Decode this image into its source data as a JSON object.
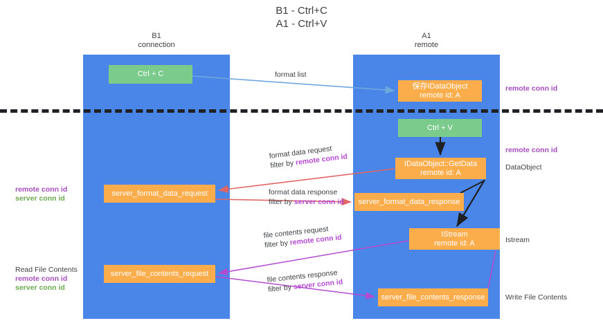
{
  "title": "B1 - Ctrl+C\nA1 - Ctrl+V",
  "lanes": [
    {
      "name": "lane-b1",
      "header": "B1\nconnection",
      "color": "#4a86e8"
    },
    {
      "name": "lane-a1",
      "header": "A1\nremote",
      "color": "#4a86e8"
    }
  ],
  "nodes": {
    "ctrl_c": "Ctrl + C",
    "save_idataobject": "保存IDataObject\nremote id: A",
    "ctrl_v": "Ctrl + V",
    "idataobject_getdata": "IDataObject::GetData\nremote id: A",
    "server_format_data_request": "server_format_data_request",
    "server_format_data_response": "server_format_data_response",
    "istream": "IStream\nremote id: A",
    "server_file_contents_request": "server_file_contents_request",
    "server_file_contents_response": "server_file_contents_response"
  },
  "edge_labels": {
    "format_list": "format list",
    "format_data_request": "format data request",
    "format_data_request_filter_prefix": "filter by ",
    "format_data_request_filter_key": "remote conn id",
    "format_data_response": "format data response",
    "format_data_response_filter_prefix": "filter by ",
    "format_data_response_filter_key": "server conn id",
    "file_contents_request": "file contents request",
    "file_contents_request_filter_prefix": "filter by ",
    "file_contents_request_filter_key": "remote conn id",
    "file_contents_response": "file contents response",
    "file_contents_response_filter_prefix": "filter by ",
    "file_contents_response_filter_key": "server conn id"
  },
  "annotations": {
    "remote_conn_id_top": "remote conn id",
    "remote_conn_id_mid": "remote conn id",
    "dataobject": "DataObject",
    "istream": "Istream",
    "write_file_contents": "Write File Contents",
    "read_file_contents": "Read File Contents",
    "remote_conn_id": "remote conn id",
    "server_conn_id": "server conn id"
  },
  "colors": {
    "lane": "#4a86e8",
    "green_node": "#7bcc8c",
    "orange_node": "#fbad4b",
    "remote_key": "#a64dbd",
    "server_key": "#6aa84f",
    "arrow_blue": "#6fa8dc",
    "arrow_red": "#e06666",
    "arrow_purple": "#b44ad0",
    "arrow_black": "#202124",
    "divider": "#202124"
  }
}
